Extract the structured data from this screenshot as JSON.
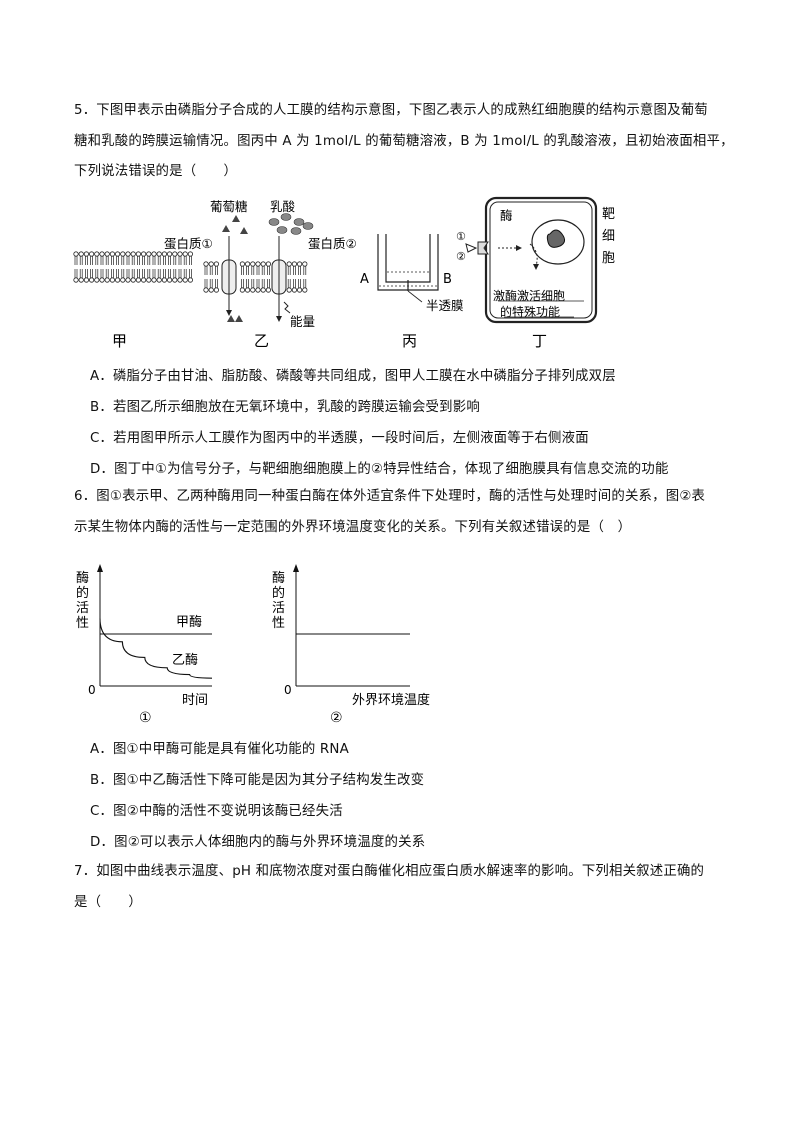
{
  "q5": {
    "line1": "5．下图甲表示由磷脂分子合成的人工膜的结构示意图，下图乙表示人的成熟红细胞膜的结构示意图及葡萄",
    "line2": "糖和乳酸的跨膜运输情况。图丙中 A 为 1mol/L 的葡萄糖溶液，B 为 1mol/L 的乳酸溶液，且初始液面相平，",
    "line3": "下列说法错误的是（　　）",
    "fig": {
      "glucose": "葡萄糖",
      "lactate": "乳酸",
      "protein1": "蛋白质①",
      "protein2": "蛋白质②",
      "energy": "能量",
      "A": "A",
      "B": "B",
      "membrane": "半透膜",
      "c1": "①",
      "c2": "②",
      "enzyme": "酶",
      "target": "靶细胞",
      "enzyme_act1": "激酶激活细胞",
      "enzyme_act2": "的特殊功能",
      "jia": "甲",
      "yi": "乙",
      "bing": "丙",
      "ding": "丁"
    },
    "options": {
      "A": "A．磷脂分子由甘油、脂肪酸、磷酸等共同组成，图甲人工膜在水中磷脂分子排列成双层",
      "B": "B．若图乙所示细胞放在无氧环境中，乳酸的跨膜运输会受到影响",
      "C": "C．若用图甲所示人工膜作为图丙中的半透膜，一段时间后，左侧液面等于右侧液面",
      "D": "D．图丁中①为信号分子，与靶细胞细胞膜上的②特异性结合，体现了细胞膜具有信息交流的功能"
    }
  },
  "q6": {
    "line1": "6．图①表示甲、乙两种酶用同一种蛋白酶在体外适宜条件下处理时，酶的活性与处理时间的关系，图②表",
    "line2": "示某生物体内酶的活性与一定范围的外界环境温度变化的关系。下列有关叙述错误的是（　）",
    "chart1": {
      "ylabel": [
        "酶",
        "的",
        "活",
        "性"
      ],
      "xlabel": "时间",
      "origin": "0",
      "series_jia": "甲酶",
      "series_yi": "乙酶",
      "caption": "①"
    },
    "chart2": {
      "ylabel": [
        "酶",
        "的",
        "活",
        "性"
      ],
      "xlabel": "外界环境温度",
      "origin": "0",
      "caption": "②"
    },
    "options": {
      "A": "A．图①中甲酶可能是具有催化功能的 RNA",
      "B": "B．图①中乙酶活性下降可能是因为其分子结构发生改变",
      "C": "C．图②中酶的活性不变说明该酶已经失活",
      "D": "D．图②可以表示人体细胞内的酶与外界环境温度的关系"
    }
  },
  "q7": {
    "line1": "7．如图中曲线表示温度、pH 和底物浓度对蛋白酶催化相应蛋白质水解速率的影响。下列相关叙述正确的",
    "line2": "是（　　）"
  },
  "chart_data": [
    {
      "type": "line",
      "title": "",
      "xlabel": "时间",
      "ylabel": "酶的活性",
      "series": [
        {
          "name": "甲酶",
          "x": [
            0,
            1,
            2,
            3,
            4,
            5
          ],
          "values": [
            1.0,
            1.0,
            1.0,
            1.0,
            1.0,
            1.0
          ]
        },
        {
          "name": "乙酶",
          "x": [
            0,
            1,
            2,
            3,
            4,
            5
          ],
          "values": [
            1.3,
            0.85,
            0.55,
            0.35,
            0.22,
            0.15
          ]
        }
      ]
    },
    {
      "type": "line",
      "title": "",
      "xlabel": "外界环境温度",
      "ylabel": "酶的活性",
      "series": [
        {
          "x": [
            0,
            1,
            2,
            3,
            4,
            5
          ],
          "values": [
            1.0,
            1.0,
            1.0,
            1.0,
            1.0,
            1.0
          ]
        }
      ]
    }
  ]
}
